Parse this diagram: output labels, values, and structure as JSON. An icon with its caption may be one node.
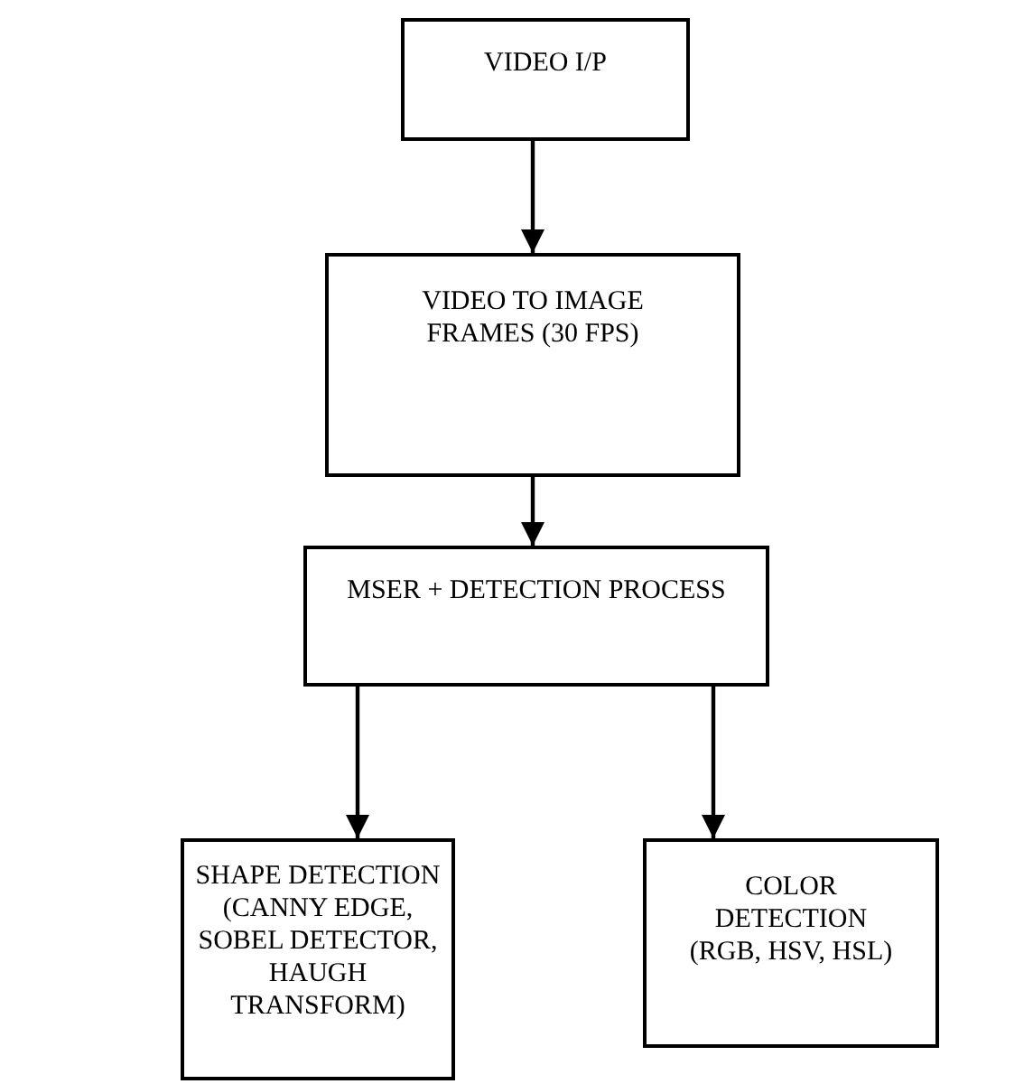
{
  "diagram": {
    "nodes": [
      {
        "text": [
          "VIDEO I/P"
        ]
      },
      {
        "text": [
          "VIDEO TO IMAGE FRAMES (30 FPS)"
        ]
      },
      {
        "text": [
          "MSER + DETECTION PROCESS"
        ]
      },
      {
        "text": [
          "SHAPE DETECTION (CANNY EDGE, SOBEL DETECTOR, HAUGH TRANSFORM)"
        ]
      },
      {
        "text": [
          "COLOR DETECTION (RGB, HSV, HSL)"
        ]
      }
    ],
    "edges": [
      {
        "from": 0,
        "to": 1,
        "arrow": "to"
      },
      {
        "from": 1,
        "to": 2,
        "arrow": "to"
      },
      {
        "from": 2,
        "to": 3,
        "arrow": "to"
      },
      {
        "from": 2,
        "to": 4,
        "arrow": "to"
      }
    ]
  }
}
